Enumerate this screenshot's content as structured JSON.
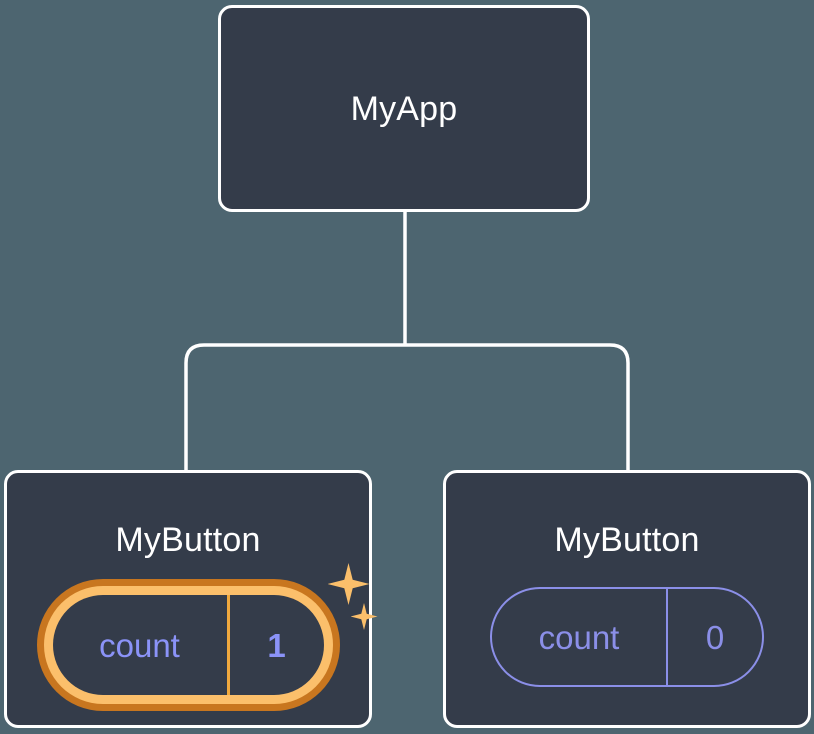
{
  "diagram": {
    "type": "component-tree",
    "background_color": "#4d6570",
    "node_fill_color": "#343c4a",
    "node_border_color": "#ffffff",
    "connector_color": "#ffffff",
    "accent_color": "#8b8fe8",
    "highlight_outer_color": "#c8761f",
    "highlight_inner_color": "#fbbf6b",
    "highlight_divider_color": "#f0a93e"
  },
  "root": {
    "title": "MyApp"
  },
  "children": [
    {
      "title": "MyButton",
      "state": {
        "key": "count",
        "value": "1"
      },
      "highlighted": true,
      "sparkles": [
        "sparkle-large",
        "sparkle-small"
      ]
    },
    {
      "title": "MyButton",
      "state": {
        "key": "count",
        "value": "0"
      },
      "highlighted": false
    }
  ]
}
